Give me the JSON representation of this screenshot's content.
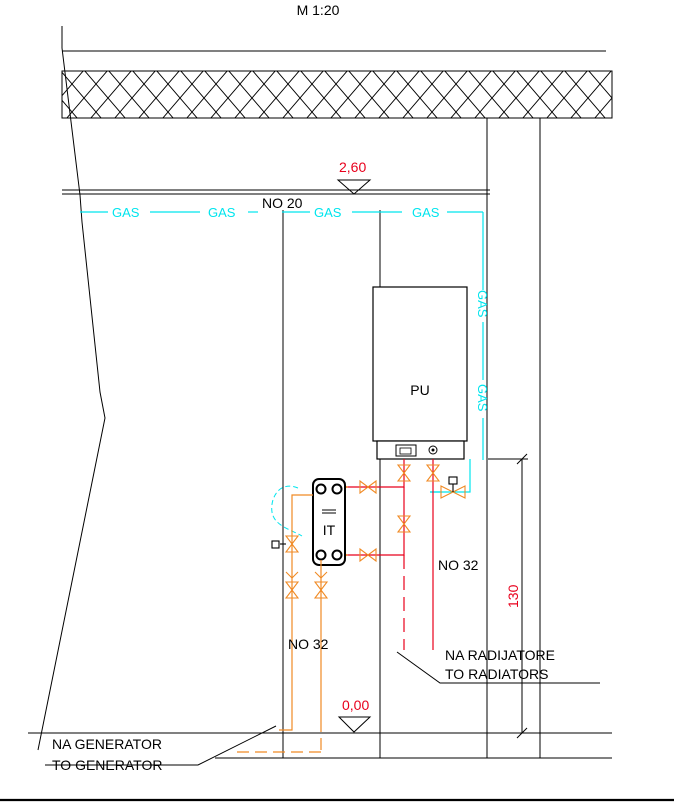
{
  "scale_label": "M 1:20",
  "gas_labels": [
    "GAS",
    "GAS",
    "GAS",
    "GAS"
  ],
  "gas_vertical_labels": [
    "GAS",
    "GAS"
  ],
  "gas_pipe_size": "NO 20",
  "elevations": {
    "top": "2,60",
    "floor": "0,00"
  },
  "boiler_label": "PU",
  "heat_exchanger_label": "IT",
  "pipe_size_red": "NO 32",
  "pipe_size_orange": "NO 32",
  "height_dimension": "130",
  "radiators_label": [
    "NA RADIJATORE",
    "TO RADIATORS"
  ],
  "generator_label": [
    "NA GENERATOR",
    "TO GENERATOR"
  ],
  "colors": {
    "gas": "#00e5ee",
    "red_pipe": "#e8001c",
    "orange_pipe": "#f08a24",
    "line": "#000000"
  }
}
